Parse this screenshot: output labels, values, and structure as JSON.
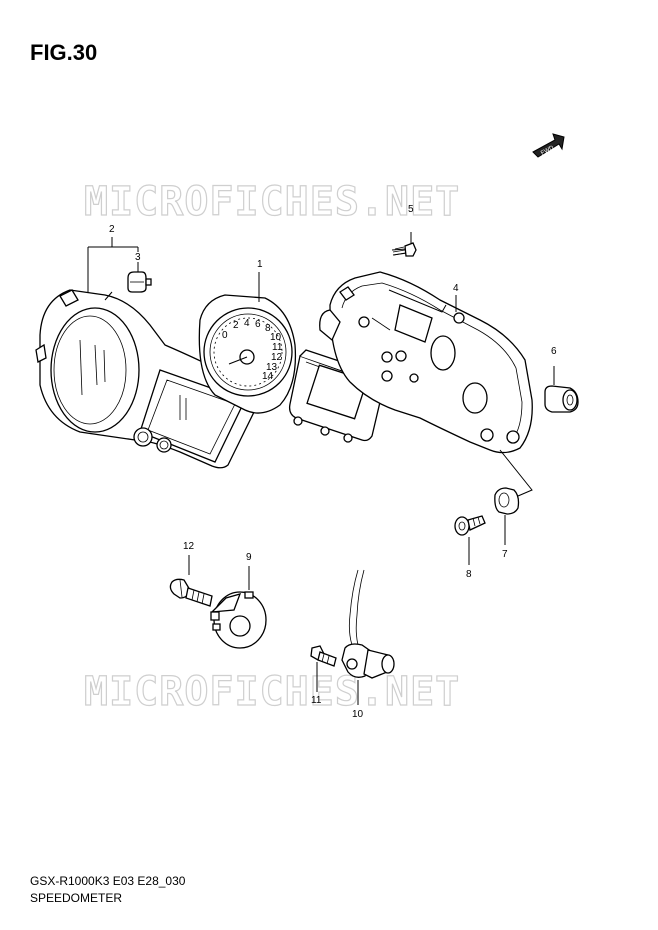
{
  "figure": {
    "title": "FIG.30",
    "watermark": "MICROFICHES.NET",
    "fwd_label": "FWD",
    "footer_code": "GSX-R1000K3 E03 E28_030",
    "footer_name": "SPEEDOMETER"
  },
  "callouts": [
    "1",
    "2",
    "3",
    "4",
    "5",
    "6",
    "7",
    "8",
    "9",
    "10",
    "11",
    "12"
  ],
  "gauge_numbers": [
    "0",
    "2",
    "4",
    "6",
    "8",
    "10",
    "11",
    "12",
    "13",
    "14"
  ],
  "parts": [
    {
      "ref": "1",
      "icon": "tachometer-gauge-icon"
    },
    {
      "ref": "2",
      "icon": "meter-case-front-icon"
    },
    {
      "ref": "3",
      "icon": "rubber-grommet-icon"
    },
    {
      "ref": "4",
      "icon": "meter-case-rear-icon"
    },
    {
      "ref": "5",
      "icon": "screw-icon"
    },
    {
      "ref": "6",
      "icon": "cushion-icon"
    },
    {
      "ref": "7",
      "icon": "cushion-icon"
    },
    {
      "ref": "8",
      "icon": "bolt-icon"
    },
    {
      "ref": "9",
      "icon": "speed-sensor-rotor-icon"
    },
    {
      "ref": "10",
      "icon": "speed-sensor-icon"
    },
    {
      "ref": "11",
      "icon": "bolt-icon"
    },
    {
      "ref": "12",
      "icon": "bolt-icon"
    }
  ]
}
